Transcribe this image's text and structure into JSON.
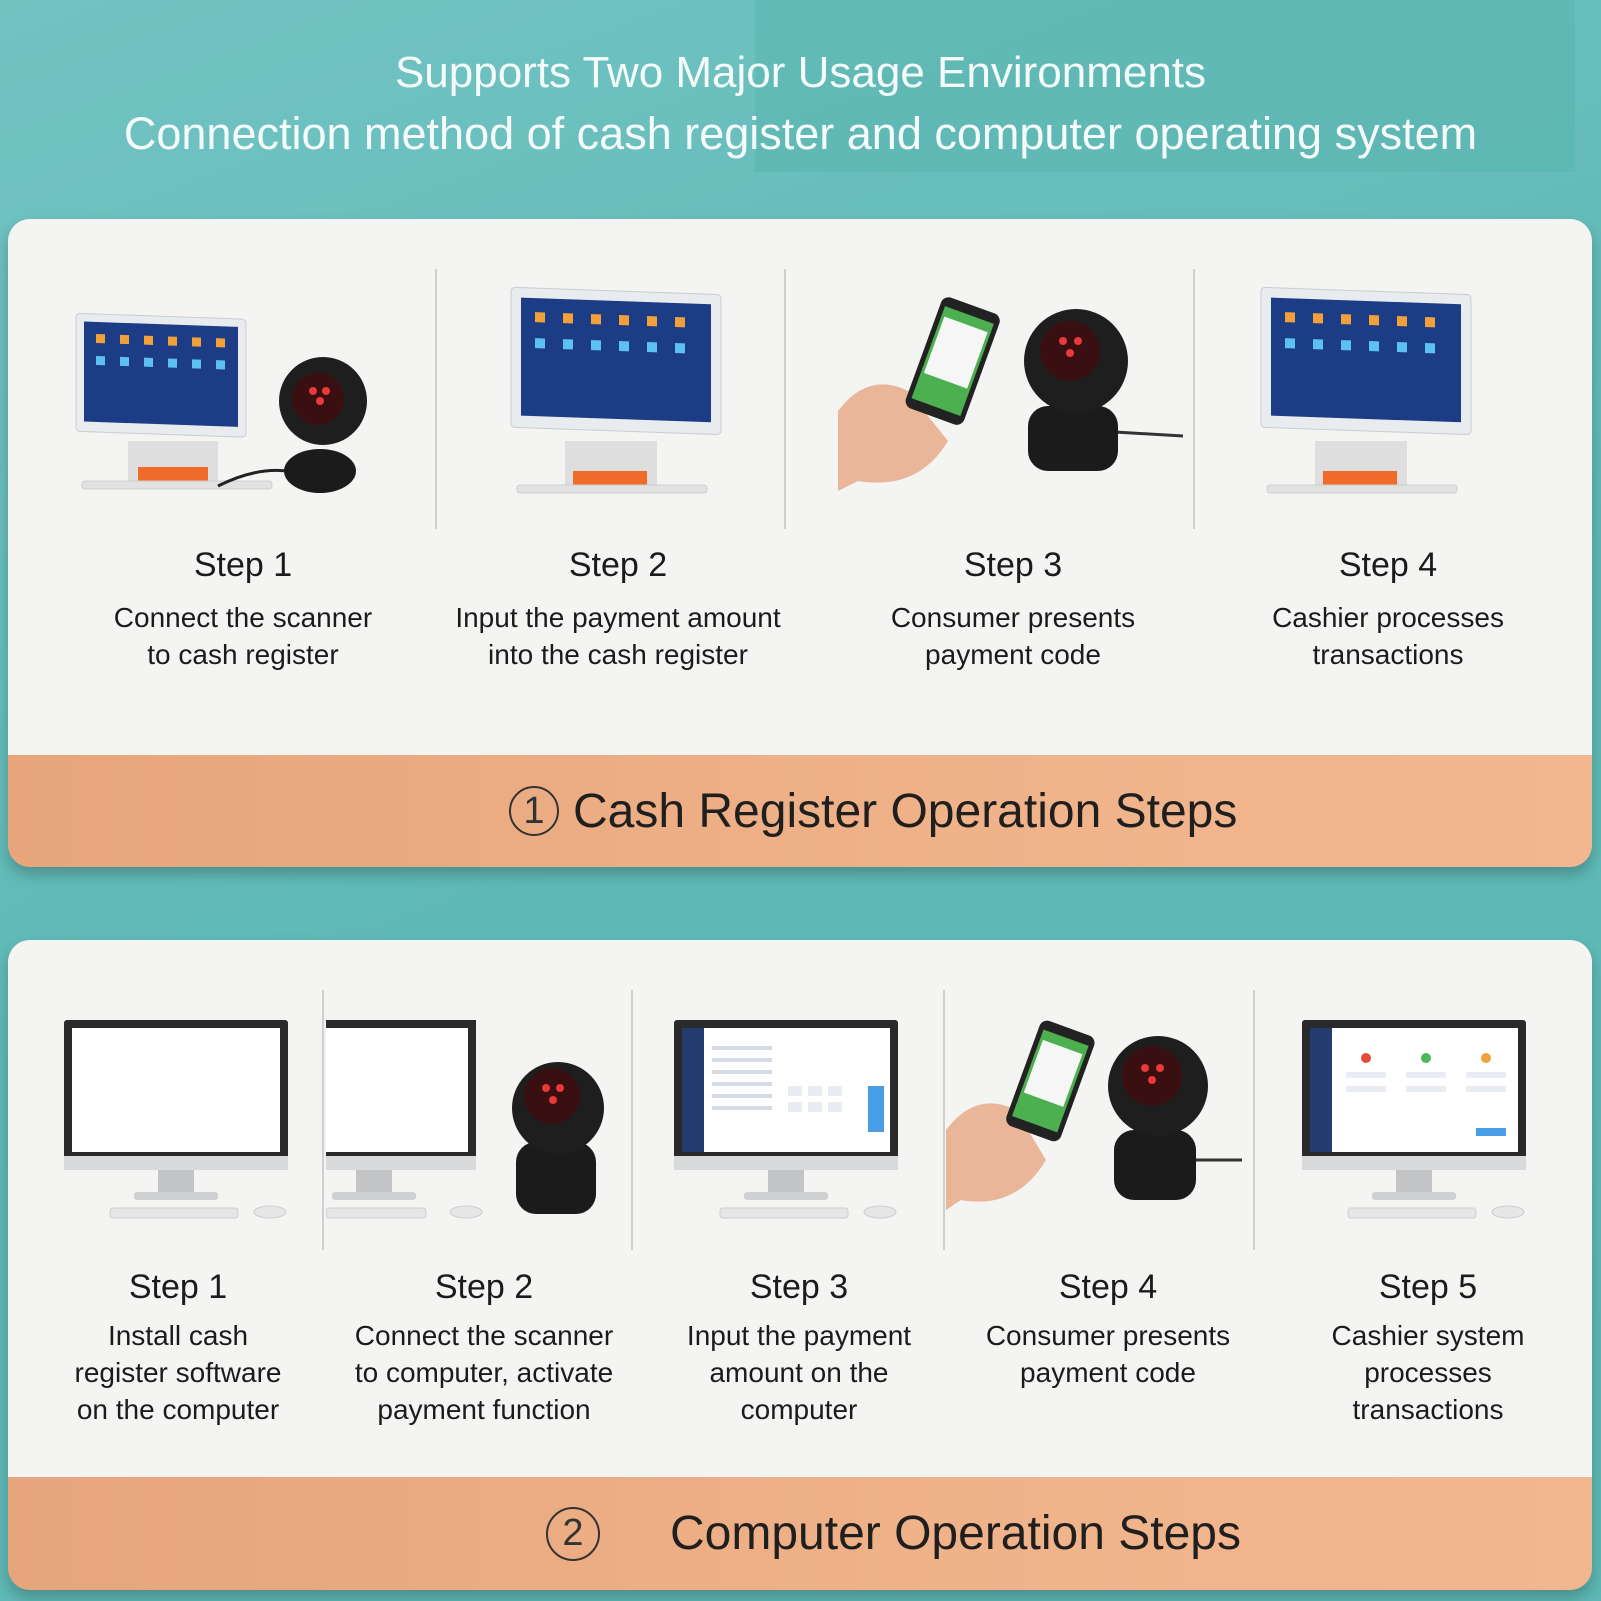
{
  "header": {
    "line1": "Supports Two Major Usage Environments",
    "line2": "Connection method of cash register and computer operating system"
  },
  "section1": {
    "number": "1",
    "title": "Cash Register Operation Steps",
    "steps": [
      {
        "label": "Step 1",
        "desc": "Connect the scanner\nto cash register"
      },
      {
        "label": "Step 2",
        "desc": "Input the payment amount\ninto the cash register"
      },
      {
        "label": "Step 3",
        "desc": "Consumer presents\npayment code"
      },
      {
        "label": "Step 4",
        "desc": "Cashier processes\ntransactions"
      }
    ]
  },
  "section2": {
    "number": "2",
    "title": "Computer Operation Steps",
    "steps": [
      {
        "label": "Step 1",
        "desc": "Install cash\nregister software\non the computer"
      },
      {
        "label": "Step 2",
        "desc": "Connect the scanner\nto computer, activate\npayment function"
      },
      {
        "label": "Step 3",
        "desc": "Input the payment\namount on the\ncomputer"
      },
      {
        "label": "Step 4",
        "desc": "Consumer presents\npayment code"
      },
      {
        "label": "Step 5",
        "desc": "Cashier system\nprocesses\ntransactions"
      }
    ]
  }
}
